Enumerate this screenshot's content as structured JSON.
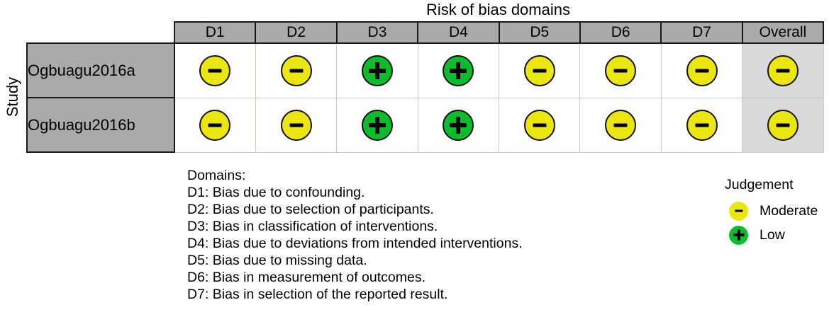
{
  "title": "Risk of bias domains",
  "y_axis_label": "Study",
  "chart_data": {
    "type": "heatmap",
    "title": "Risk of bias domains",
    "xlabel": "",
    "ylabel": "Study",
    "legend_position": "right",
    "grid": true,
    "categories": [
      "D1",
      "D2",
      "D3",
      "D4",
      "D5",
      "D6",
      "D7",
      "Overall"
    ],
    "rows": [
      "Ogbuagu2016a",
      "Ogbuagu2016b"
    ],
    "series": [
      {
        "name": "Ogbuagu2016a",
        "values": [
          "Moderate",
          "Moderate",
          "Low",
          "Low",
          "Moderate",
          "Moderate",
          "Moderate",
          "Moderate"
        ]
      },
      {
        "name": "Ogbuagu2016b",
        "values": [
          "Moderate",
          "Moderate",
          "Low",
          "Low",
          "Moderate",
          "Moderate",
          "Moderate",
          "Moderate"
        ]
      }
    ],
    "judgement_colors": {
      "Moderate": "#ebe510",
      "Low": "#0bbd2b"
    },
    "judgement_glyphs": {
      "Moderate": "-",
      "Low": "+"
    }
  },
  "table": {
    "headers": [
      "D1",
      "D2",
      "D3",
      "D4",
      "D5",
      "D6",
      "D7",
      "Overall"
    ],
    "rows": [
      {
        "study": "Ogbuagu2016a",
        "cells": [
          "Moderate",
          "Moderate",
          "Low",
          "Low",
          "Moderate",
          "Moderate",
          "Moderate",
          "Moderate"
        ]
      },
      {
        "study": "Ogbuagu2016b",
        "cells": [
          "Moderate",
          "Moderate",
          "Low",
          "Low",
          "Moderate",
          "Moderate",
          "Moderate",
          "Moderate"
        ]
      }
    ]
  },
  "domain_key": {
    "heading": "Domains:",
    "lines": [
      "D1: Bias due to confounding.",
      "D2: Bias due to selection of participants.",
      "D3: Bias in classification of interventions.",
      "D4: Bias due to deviations from intended interventions.",
      "D5: Bias due to missing data.",
      "D6: Bias in measurement of outcomes.",
      "D7: Bias in selection of the reported result."
    ]
  },
  "judgement_legend": {
    "title": "Judgement",
    "items": [
      {
        "label": "Moderate",
        "level": "moderate",
        "glyph": "-",
        "color": "#ebe510"
      },
      {
        "label": "Low",
        "level": "low",
        "glyph": "+",
        "color": "#0bbd2b"
      }
    ]
  }
}
